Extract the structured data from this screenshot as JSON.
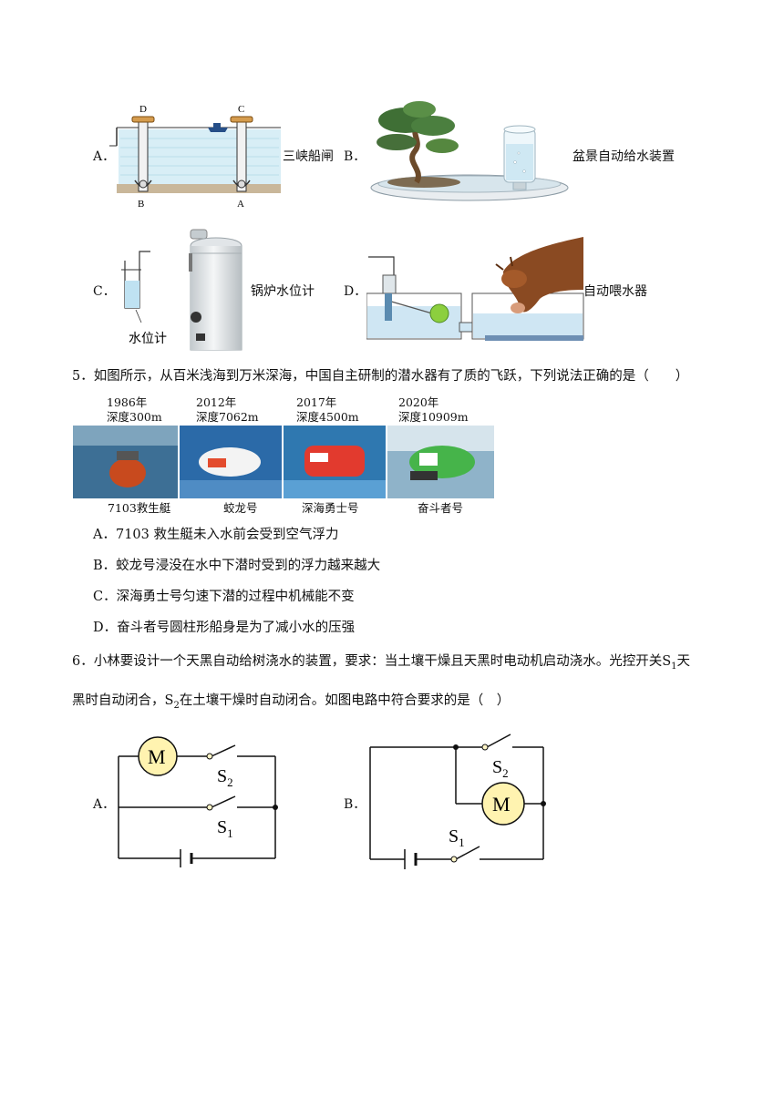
{
  "q4_options": [
    {
      "letter": "A．",
      "caption": "三峡船闸",
      "labels": {
        "D": "D",
        "C": "C",
        "B": "B",
        "A": "A"
      }
    },
    {
      "letter": "B．",
      "caption": "盆景自动给水装置"
    },
    {
      "letter": "C．",
      "caption": "锅炉水位计",
      "sub_label": "水位计"
    },
    {
      "letter": "D．",
      "caption": "自动喂水器"
    }
  ],
  "q5": {
    "stem": "5．如图所示，从百米浅海到万米深海，中国自主研制的潜水器有了质的飞跃，下列说法正确的是（　　）",
    "photos": [
      {
        "year": "1986年",
        "depth": "深度300m",
        "name": "7103救生艇",
        "color": "#3d6f95"
      },
      {
        "year": "2012年",
        "depth": "深度7062m",
        "name": "蛟龙号",
        "color": "#2b6aa8"
      },
      {
        "year": "2017年",
        "depth": "深度4500m",
        "name": "深海勇士号",
        "color": "#2f78b0"
      },
      {
        "year": "2020年",
        "depth": "深度10909m",
        "name": "奋斗者号",
        "color": "#8fb3c9"
      }
    ],
    "options": [
      "A．7103 救生艇未入水前会受到空气浮力",
      "B．蛟龙号浸没在水中下潜时受到的浮力越来越大",
      "C．深海勇士号匀速下潜的过程中机械能不变",
      "D．奋斗者号圆柱形船身是为了减小水的压强"
    ]
  },
  "q6": {
    "stem_part1": "6．小林要设计一个天黑自动给树浇水的装置，要求：当土壤干燥且天黑时电动机启动浇水。光控开关",
    "s1": "S",
    "s1_sub": "1",
    "stem_part2": "天",
    "stem_line2_part1": "黑时自动闭合，",
    "s2": "S",
    "s2_sub": "2",
    "stem_line2_part2": "在土壤干燥时自动闭合。如图电路中符合要求的是（　）",
    "circuits": [
      {
        "letter": "A．",
        "motor": "M",
        "switch_top": "S",
        "switch_top_sub": "2",
        "switch_bottom": "S",
        "switch_bottom_sub": "1"
      },
      {
        "letter": "B．",
        "motor": "M",
        "switch_top": "S",
        "switch_top_sub": "2",
        "switch_bottom": "S",
        "switch_bottom_sub": "1"
      }
    ]
  }
}
